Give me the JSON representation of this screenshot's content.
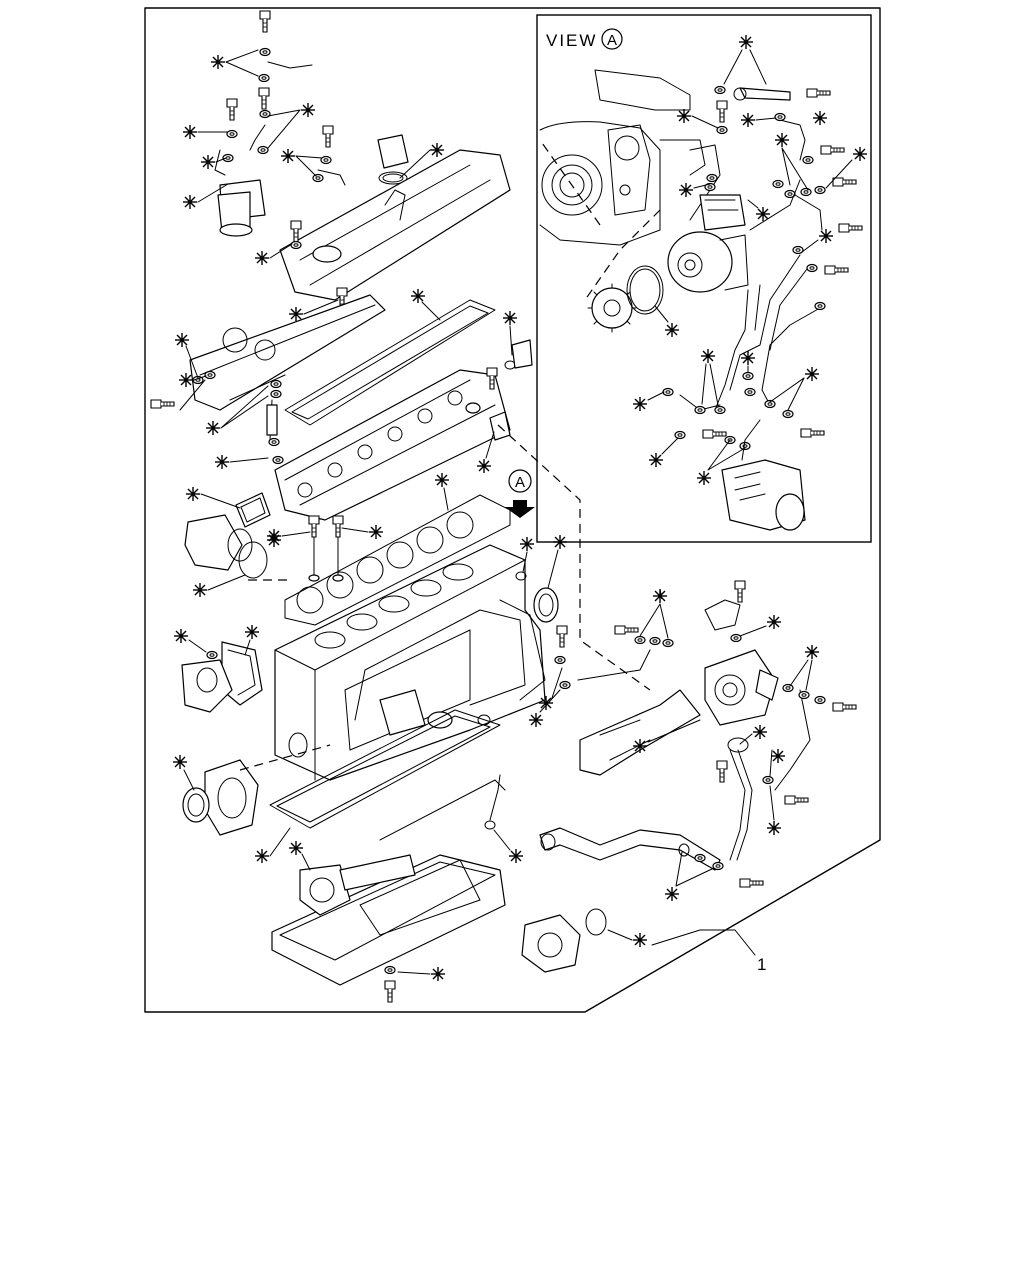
{
  "view_label": "VIEW",
  "view_letter": "A",
  "arrow_letter": "A",
  "item_number": "1",
  "kit_marker": "※"
}
